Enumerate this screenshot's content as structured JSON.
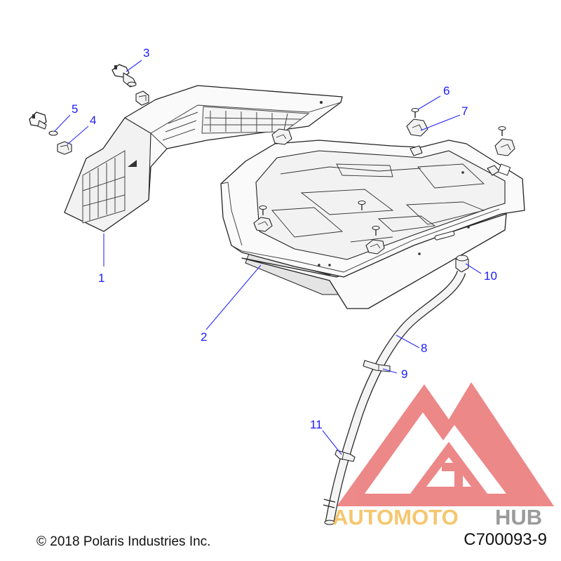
{
  "callouts": [
    {
      "id": "1",
      "label": "1"
    },
    {
      "id": "2",
      "label": "2"
    },
    {
      "id": "3",
      "label": "3"
    },
    {
      "id": "4",
      "label": "4"
    },
    {
      "id": "5",
      "label": "5"
    },
    {
      "id": "6",
      "label": "6"
    },
    {
      "id": "7",
      "label": "7"
    },
    {
      "id": "8",
      "label": "8"
    },
    {
      "id": "9",
      "label": "9"
    },
    {
      "id": "10",
      "label": "10"
    },
    {
      "id": "11",
      "label": "11"
    }
  ],
  "footer": {
    "copyright": "© 2018 Polaris Industries Inc.",
    "figure_code": "C700093-9"
  },
  "watermark": {
    "text_part1": "AUTOMOTO",
    "text_part2": "HUB",
    "color_part1": "#f5b84a",
    "color_part2": "#8a8a8a",
    "logo_color": "#e23b3b"
  },
  "colors": {
    "callout": "#1a1aff",
    "line_art": "#222222"
  }
}
